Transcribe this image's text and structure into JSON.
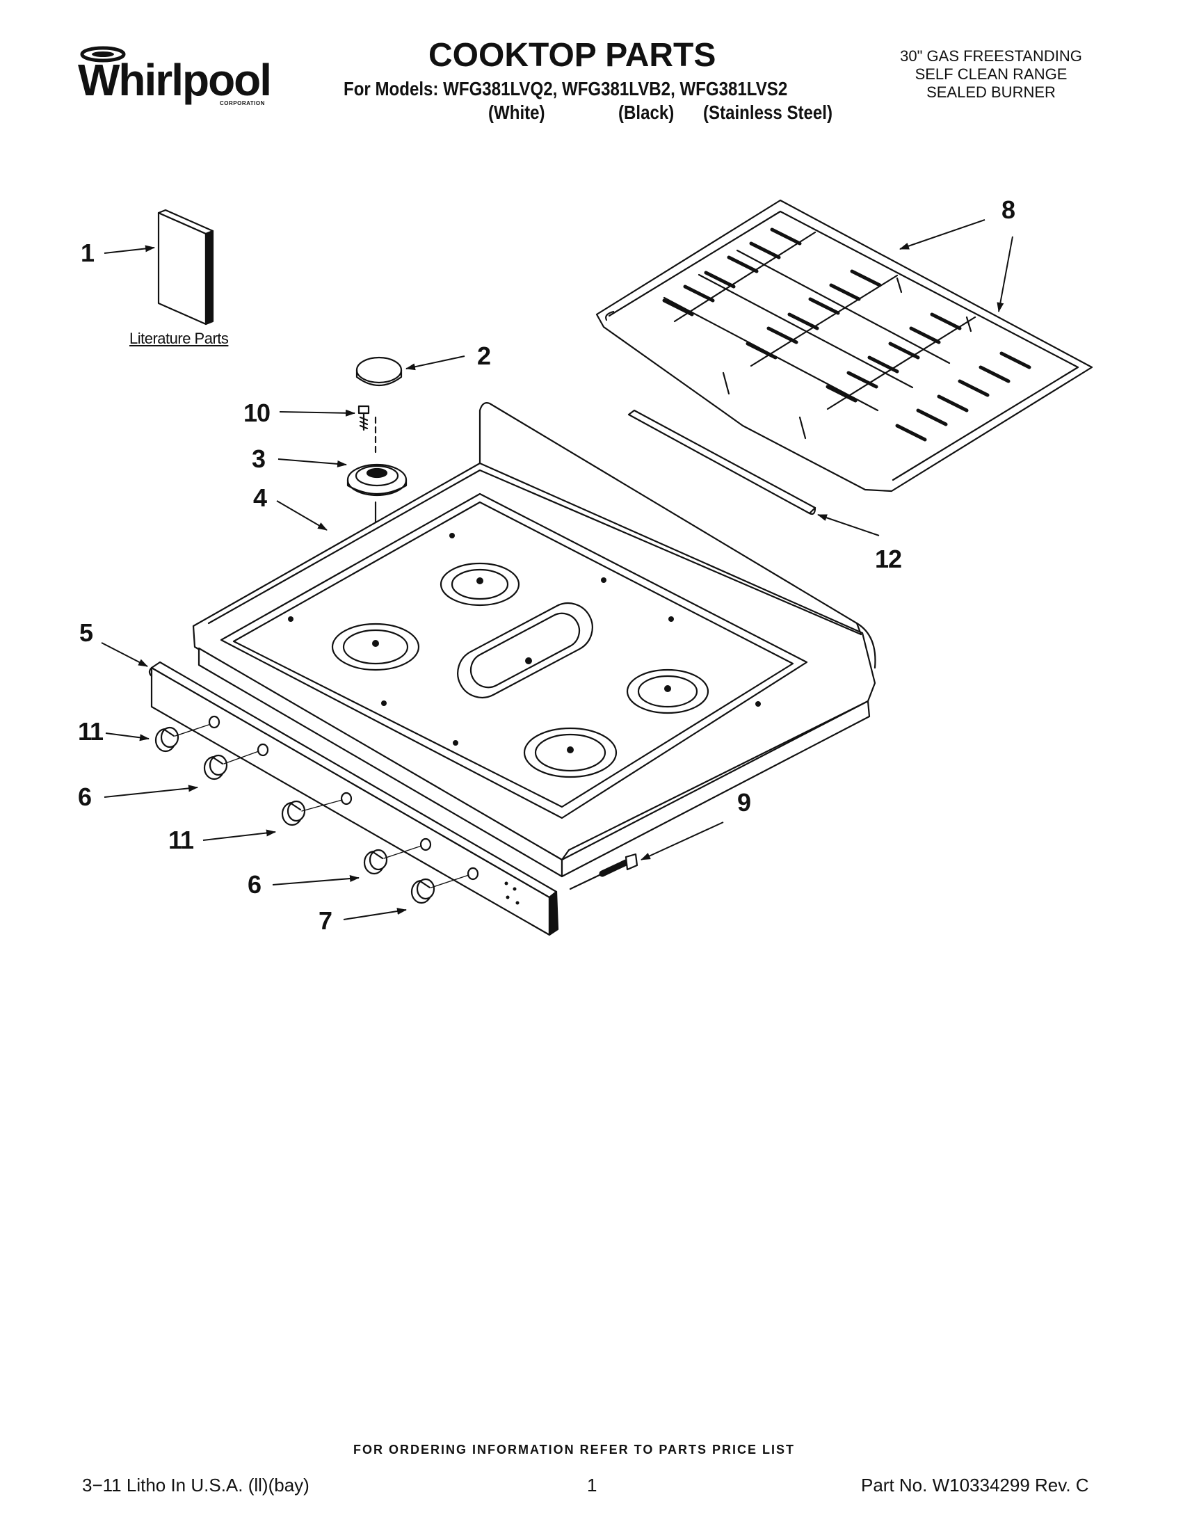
{
  "header": {
    "brand": "Whirlpool",
    "brand_sub": "CORPORATION",
    "title": "COOKTOP PARTS",
    "models_line": "For Models: WFG381LVQ2, WFG381LVB2, WFG381LVS2",
    "finish_white": "(White)",
    "finish_black": "(Black)",
    "finish_stainless": "(Stainless Steel)",
    "description": [
      "30\" GAS FREESTANDING",
      "SELF CLEAN RANGE",
      "SEALED BURNER"
    ]
  },
  "diagram": {
    "literature_label": "Literature Parts",
    "callouts": {
      "c1": "1",
      "c2": "2",
      "c3": "3",
      "c4": "4",
      "c5": "5",
      "c6a": "6",
      "c6b": "6",
      "c7": "7",
      "c8": "8",
      "c9": "9",
      "c10": "10",
      "c11a": "11",
      "c11b": "11",
      "c12": "12"
    }
  },
  "footer": {
    "ordering_note": "FOR ORDERING INFORMATION REFER TO PARTS PRICE LIST",
    "litho": "3−11 Litho In U.S.A. (ll)(bay)",
    "page_number": "1",
    "part_number": "Part No. W10334299 Rev. C"
  }
}
